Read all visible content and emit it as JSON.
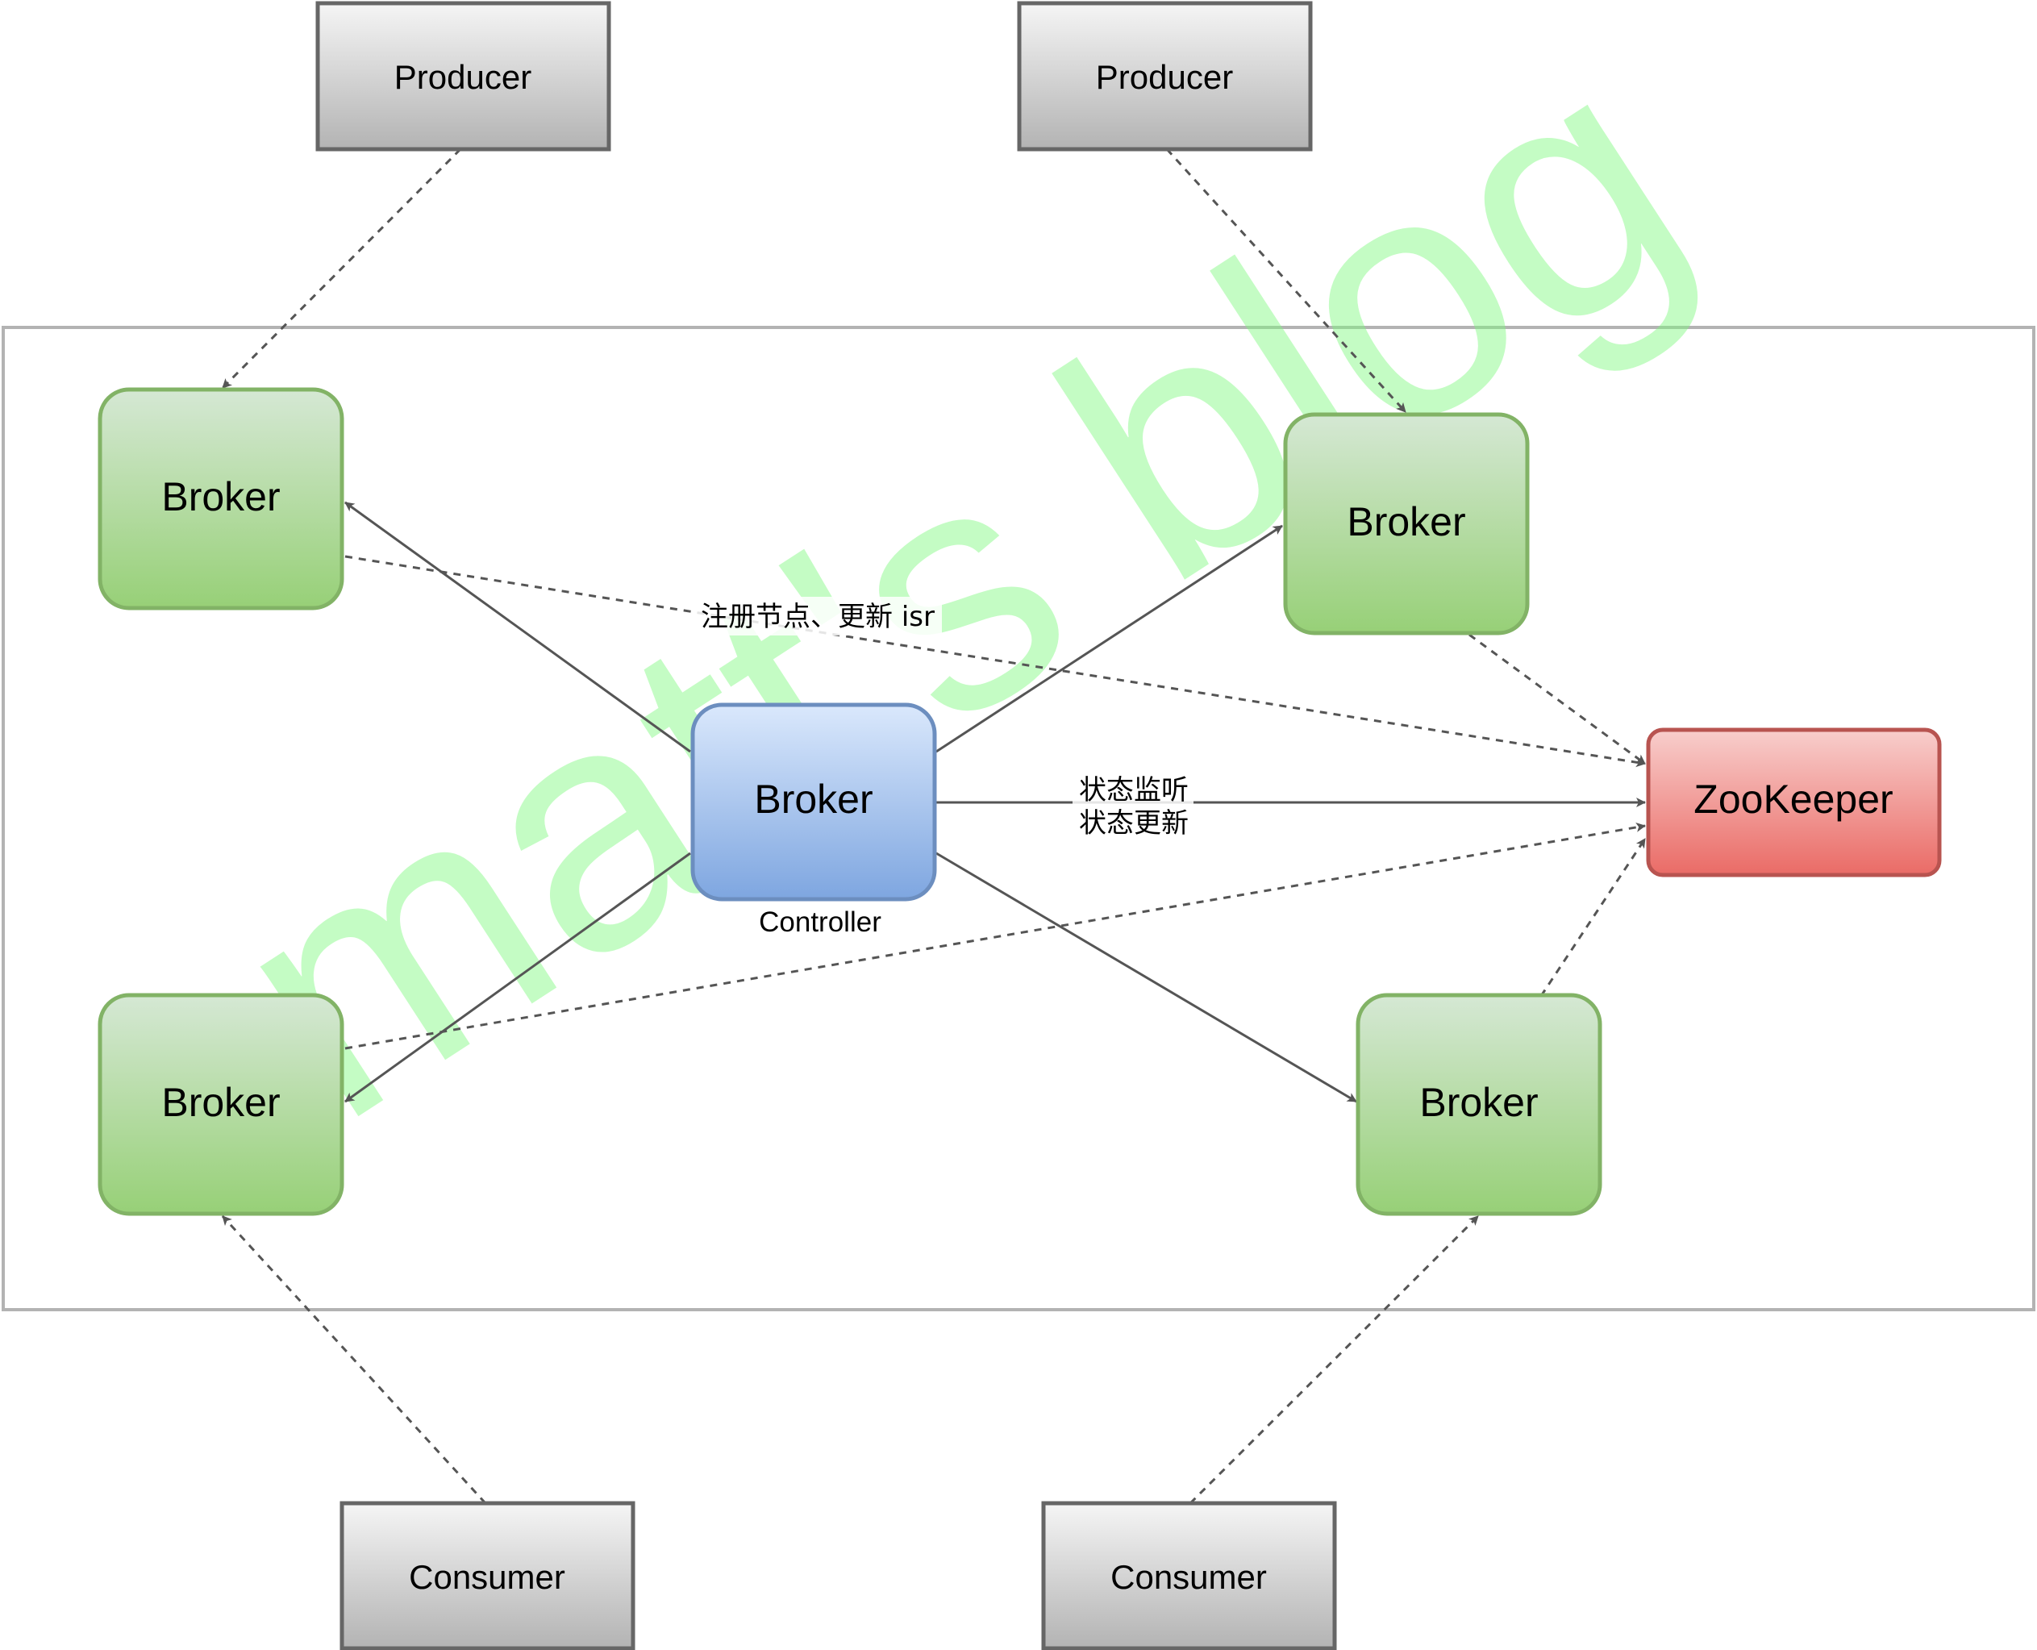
{
  "watermark": "matt's blog",
  "colors": {
    "broker_green_top": "#d5e8d4",
    "broker_green_bottom": "#97d077",
    "broker_green_stroke": "#82b366",
    "controller_blue_top": "#dae8fc",
    "controller_blue_bottom": "#7ea6e0",
    "controller_blue_stroke": "#6c8ebf",
    "zookeeper_red_top": "#f8cecc",
    "zookeeper_red_bottom": "#ea6b66",
    "zookeeper_red_stroke": "#b85450",
    "client_gray_top": "#f5f5f5",
    "client_gray_bottom": "#b3b3b3",
    "client_gray_stroke": "#666666",
    "cluster_stroke": "#b3b3b3",
    "edge": "#555555"
  },
  "nodes": {
    "producer_1": "Producer",
    "producer_2": "Producer",
    "broker_top_left": "Broker",
    "broker_top_right": "Broker",
    "broker_controller": "Broker",
    "zookeeper": "ZooKeeper",
    "broker_bottom_left": "Broker",
    "broker_bottom_right": "Broker",
    "consumer_1": "Consumer",
    "consumer_2": "Consumer"
  },
  "controller_caption": "Controller",
  "edge_labels": {
    "register": "注册节点、更新 isr",
    "status_watch": "状态监听",
    "status_update": "状态更新"
  }
}
